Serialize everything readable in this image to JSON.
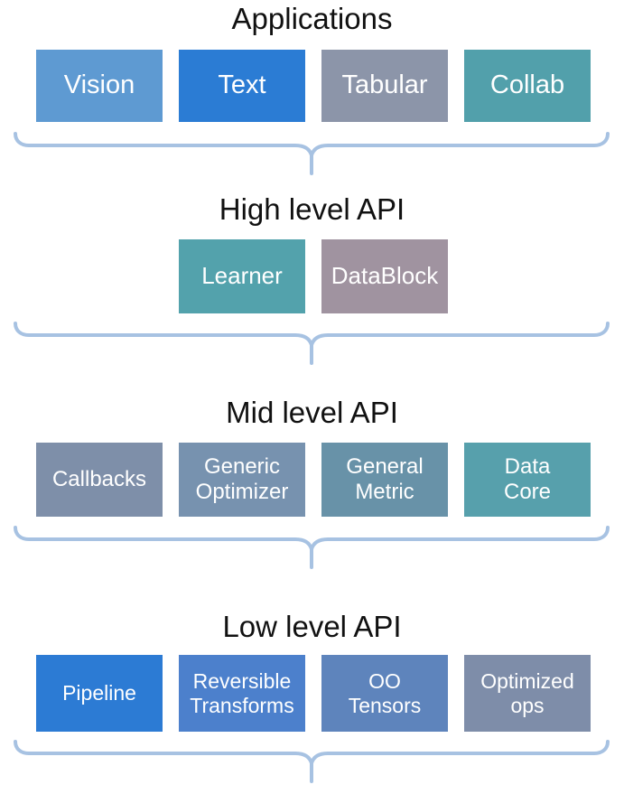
{
  "page": {
    "background": "#ffffff",
    "brace_color": "#a7c2e2",
    "title_color": "#111111"
  },
  "sections": [
    {
      "title": "Applications",
      "boxes": [
        {
          "label": "Vision",
          "color": "#5e9ad2"
        },
        {
          "label": "Text",
          "color": "#2b7cd4"
        },
        {
          "label": "Tabular",
          "color": "#8c95a9"
        },
        {
          "label": "Collab",
          "color": "#52a0ab"
        }
      ]
    },
    {
      "title": "High level API",
      "boxes": [
        {
          "label": "Learner",
          "color": "#53a2ac"
        },
        {
          "label": "DataBlock",
          "color": "#a093a0"
        }
      ]
    },
    {
      "title": "Mid level API",
      "boxes": [
        {
          "label": "Callbacks",
          "color": "#7e8fa9"
        },
        {
          "label": "Generic\nOptimizer",
          "color": "#7792af"
        },
        {
          "label": "General\nMetric",
          "color": "#6892a8"
        },
        {
          "label": "Data\nCore",
          "color": "#57a0ac"
        }
      ]
    },
    {
      "title": "Low level API",
      "boxes": [
        {
          "label": "Pipeline",
          "color": "#2c7bd4"
        },
        {
          "label": "Reversible\nTransforms",
          "color": "#4c80cc"
        },
        {
          "label": "OO\nTensors",
          "color": "#5e84bc"
        },
        {
          "label": "Optimized\nops",
          "color": "#7e8da9"
        }
      ]
    }
  ]
}
